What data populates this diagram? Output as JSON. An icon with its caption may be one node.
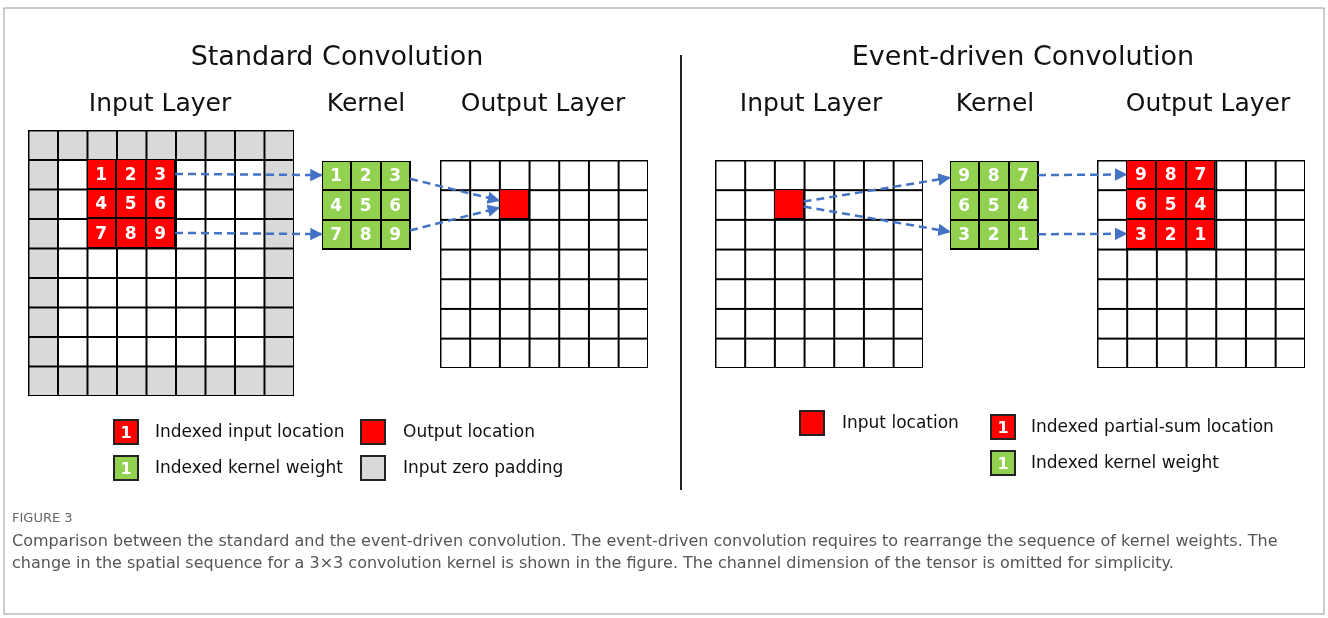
{
  "diagram": {
    "caption": "Comparison between the standard and the event-driven convolution. The event-driven convolution requires to rearrange the sequence of kernel weights. The change in the spatial sequence for a 3×3 convolution kernel is shown in the figure. The channel dimension of the tensor is omitted for simplicity.",
    "nodes": [
      {
        "text": [
          "Input Layer"
        ]
      },
      {
        "text": [
          "1"
        ],
        "in": 0
      },
      {
        "text": [
          "2"
        ],
        "in": 0
      },
      {
        "text": [
          "3"
        ],
        "in": 0
      },
      {
        "text": [
          "4"
        ],
        "in": 0
      },
      {
        "text": [
          "5"
        ],
        "in": 0
      },
      {
        "text": [
          "6"
        ],
        "in": 0
      },
      {
        "text": [
          "7"
        ],
        "in": 0
      },
      {
        "text": [
          "8"
        ],
        "in": 0
      },
      {
        "text": [
          "9"
        ],
        "in": 0
      },
      {
        "text": [
          "Kernel"
        ]
      },
      {
        "text": [
          "1"
        ],
        "in": 10
      },
      {
        "text": [
          "2"
        ],
        "in": 10
      },
      {
        "text": [
          "3"
        ],
        "in": 10
      },
      {
        "text": [
          "4"
        ],
        "in": 10
      },
      {
        "text": [
          "5"
        ],
        "in": 10
      },
      {
        "text": [
          "6"
        ],
        "in": 10
      },
      {
        "text": [
          "7"
        ],
        "in": 10
      },
      {
        "text": [
          "8"
        ],
        "in": 10
      },
      {
        "text": [
          "9"
        ],
        "in": 10
      },
      {
        "text": [
          "Output Layer"
        ]
      },
      {
        "text": [],
        "shape": "box",
        "in": 20
      },
      {
        "text": [
          "Input Layer"
        ]
      },
      {
        "text": [],
        "shape": "box",
        "in": 22
      },
      {
        "text": [
          "Kernel"
        ]
      },
      {
        "text": [
          "9"
        ],
        "in": 24
      },
      {
        "text": [
          "8"
        ],
        "in": 24
      },
      {
        "text": [
          "7"
        ],
        "in": 24
      },
      {
        "text": [
          "6"
        ],
        "in": 24
      },
      {
        "text": [
          "5"
        ],
        "in": 24
      },
      {
        "text": [
          "4"
        ],
        "in": 24
      },
      {
        "text": [
          "3"
        ],
        "in": 24
      },
      {
        "text": [
          "2"
        ],
        "in": 24
      },
      {
        "text": [
          "1"
        ],
        "in": 24
      },
      {
        "text": [
          "Output Layer"
        ]
      },
      {
        "text": [
          "9"
        ],
        "in": 34
      },
      {
        "text": [
          "8"
        ],
        "in": 34
      },
      {
        "text": [
          "7"
        ],
        "in": 34
      },
      {
        "text": [
          "6"
        ],
        "in": 34
      },
      {
        "text": [
          "5"
        ],
        "in": 34
      },
      {
        "text": [
          "4"
        ],
        "in": 34
      },
      {
        "text": [
          "3"
        ],
        "in": 34
      },
      {
        "text": [
          "2"
        ],
        "in": 34
      },
      {
        "text": [
          "1"
        ],
        "in": 34
      }
    ],
    "edges": [
      {
        "from": 3,
        "to": 11,
        "arrow": "to",
        "style": "dashed"
      },
      {
        "from": 9,
        "to": 17,
        "arrow": "to",
        "style": "dashed"
      },
      {
        "from": 13,
        "to": 21,
        "arrow": "to",
        "style": "dashed"
      },
      {
        "from": 19,
        "to": 21,
        "arrow": "to",
        "style": "dashed"
      },
      {
        "from": 23,
        "to": 25,
        "arrow": "to",
        "style": "dashed"
      },
      {
        "from": 23,
        "to": 31,
        "arrow": "to",
        "style": "dashed"
      },
      {
        "from": 27,
        "to": 35,
        "arrow": "to",
        "style": "dashed"
      },
      {
        "from": 33,
        "to": 41,
        "arrow": "to",
        "style": "dashed"
      }
    ],
    "labels": [
      "Standard Convolution",
      "Event-driven Convolution",
      "1",
      "1",
      "1",
      "1",
      "FIGURE 3"
    ],
    "legend": [
      {
        "text": "Indexed input location",
        "color": "#ff0000"
      },
      {
        "text": "Output location",
        "color": "#ff0000"
      },
      {
        "text": "Indexed kernel weight",
        "color": "#92d050"
      },
      {
        "text": "Input zero padding",
        "color": "#d9d9d9"
      },
      {
        "text": "Input location",
        "color": "#ff0000"
      },
      {
        "text": "Indexed partial-sum location",
        "color": "#ff0000"
      },
      {
        "text": "Indexed kernel weight",
        "color": "#92d050"
      }
    ]
  }
}
